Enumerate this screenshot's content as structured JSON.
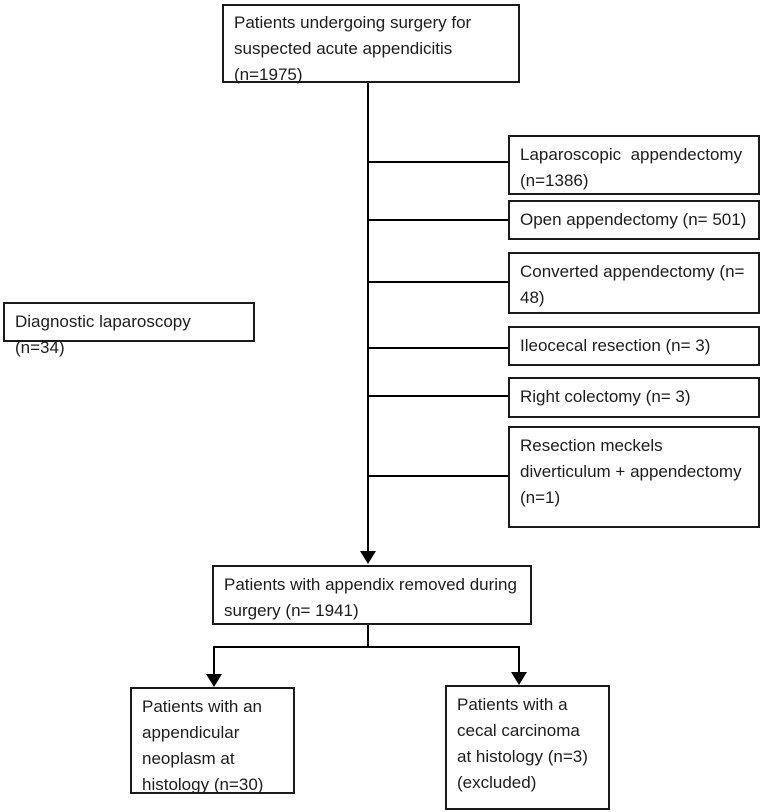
{
  "diagram": {
    "type": "patient-flowchart",
    "colors": {
      "box_border": "#1a1a1a",
      "text": "#1c1c1c",
      "connector": "#000000",
      "background": "#ffffff"
    },
    "nodes": {
      "surgery_total": {
        "lines": [
          "Patients undergoing surgery for",
          "suspected acute appendicitis",
          "(n=1975)"
        ],
        "n": 1975
      },
      "laparoscopic_appendectomy": {
        "lines": [
          "Laparoscopic  appendectomy",
          "(n=1386)"
        ],
        "n": 1386
      },
      "open_appendectomy": {
        "lines": [
          "Open appendectomy (n= 501)"
        ],
        "n": 501
      },
      "converted_appendectomy": {
        "lines": [
          "Converted appendectomy (n=",
          "48)"
        ],
        "n": 48
      },
      "ileocecal_resection": {
        "lines": [
          "Ileocecal resection (n= 3)"
        ],
        "n": 3
      },
      "right_colectomy": {
        "lines": [
          "Right colectomy (n= 3)"
        ],
        "n": 3
      },
      "meckels_resection": {
        "lines": [
          "Resection meckels",
          "diverticulum + appendectomy",
          "(n=1)"
        ],
        "n": 1
      },
      "diagnostic_laparoscopy": {
        "lines": [
          "Diagnostic laparoscopy (n=34)"
        ],
        "n": 34
      },
      "appendix_removed": {
        "lines": [
          "Patients with appendix removed during",
          "surgery (n= 1941)"
        ],
        "n": 1941
      },
      "appendicular_neoplasm": {
        "lines": [
          "Patients with an",
          "appendicular",
          "neoplasm at",
          "histology (n=30)"
        ],
        "n": 30
      },
      "cecal_carcinoma": {
        "lines": [
          "Patients with a",
          "cecal carcinoma",
          "at histology (n=3)",
          "(excluded)"
        ],
        "n": 3
      }
    }
  }
}
